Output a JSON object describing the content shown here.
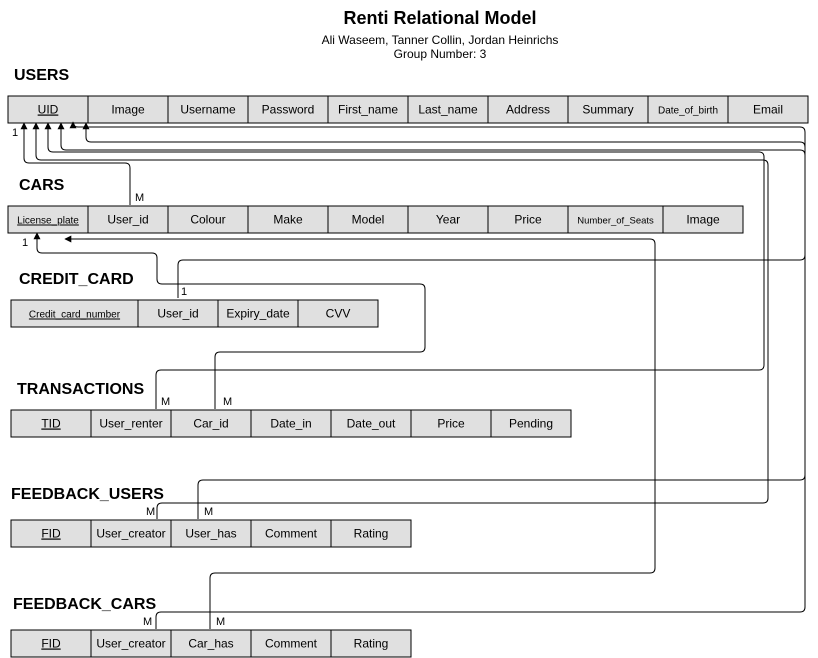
{
  "title": "Renti Relational Model",
  "authors": "Ali Waseem, Tanner Collin, Jordan Heinrichs",
  "group": "Group Number: 3",
  "tables": {
    "users": {
      "name": "USERS",
      "columns": [
        "UID",
        "Image",
        "Username",
        "Password",
        "First_name",
        "Last_name",
        "Address",
        "Summary",
        "Date_of_birth",
        "Email"
      ],
      "keys": [
        "UID"
      ]
    },
    "cars": {
      "name": "CARS",
      "columns": [
        "License_plate",
        "User_id",
        "Colour",
        "Make",
        "Model",
        "Year",
        "Price",
        "Number_of_Seats",
        "Image"
      ],
      "keys": [
        "License_plate"
      ]
    },
    "credit_card": {
      "name": "CREDIT_CARD",
      "columns": [
        "Credit_card_number",
        "User_id",
        "Expiry_date",
        "CVV"
      ],
      "keys": [
        "Credit_card_number"
      ]
    },
    "transactions": {
      "name": "TRANSACTIONS",
      "columns": [
        "TID",
        "User_renter",
        "Car_id",
        "Date_in",
        "Date_out",
        "Price",
        "Pending"
      ],
      "keys": [
        "TID"
      ]
    },
    "feedback_users": {
      "name": "FEEDBACK_USERS",
      "columns": [
        "FID",
        "User_creator",
        "User_has",
        "Comment",
        "Rating"
      ],
      "keys": [
        "FID"
      ]
    },
    "feedback_cars": {
      "name": "FEEDBACK_CARS",
      "columns": [
        "FID",
        "User_creator",
        "Car_has",
        "Comment",
        "Rating"
      ],
      "keys": [
        "FID"
      ]
    }
  },
  "cardinality": {
    "one": "1",
    "many": "M"
  },
  "colors": {
    "cell_fill": "#e0e0e0",
    "line": "#000000"
  }
}
